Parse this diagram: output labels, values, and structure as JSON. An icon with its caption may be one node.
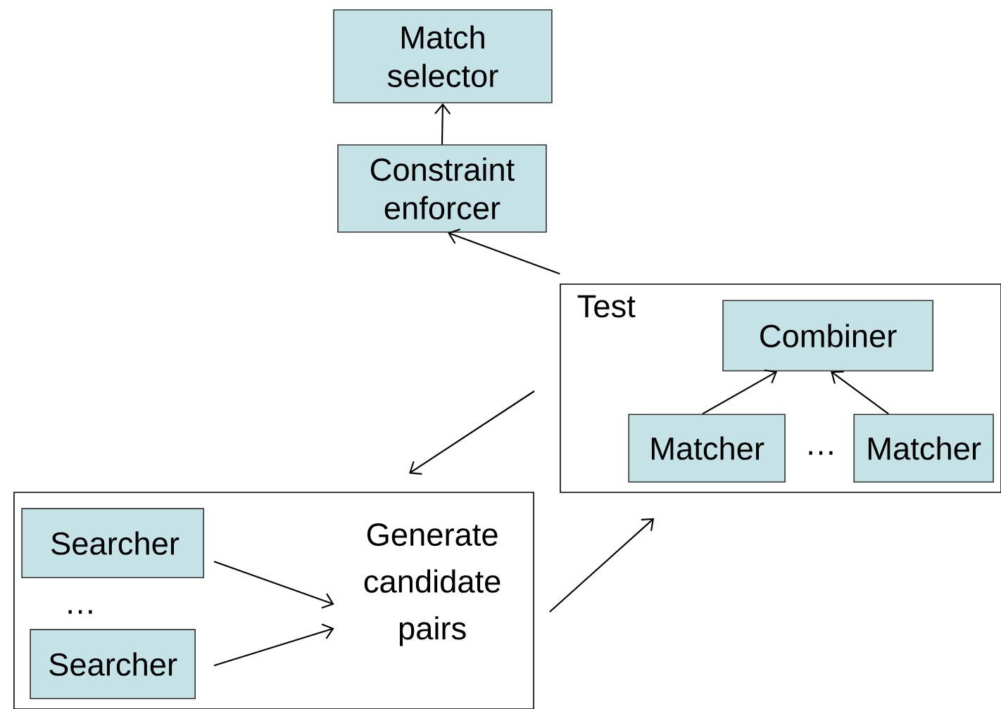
{
  "diagram": {
    "nodes": [
      {
        "text": [
          "Match selector"
        ]
      },
      {
        "text": [
          "Constraint enforcer"
        ]
      },
      {
        "text": [
          "Test"
        ]
      },
      {
        "text": [
          "Combiner"
        ],
        "in": 2
      },
      {
        "text": [
          "Matcher"
        ],
        "in": 2
      },
      {
        "text": [
          "Matcher"
        ],
        "in": 2
      },
      {
        "text": [],
        "shape": "box"
      },
      {
        "text": [
          "Searcher"
        ],
        "in": 6
      },
      {
        "text": [
          "Generate candidate pairs"
        ],
        "in": 6
      },
      {
        "text": [
          "Searcher"
        ],
        "in": 6
      }
    ],
    "edges": [
      {
        "from": 1,
        "to": 0,
        "arrow": "to"
      },
      {
        "from": 2,
        "to": 1,
        "arrow": "to"
      },
      {
        "from": 2,
        "to": 6,
        "arrow": "to"
      },
      {
        "from": 4,
        "to": 3,
        "arrow": "to"
      },
      {
        "from": 5,
        "to": 3,
        "arrow": "to"
      },
      {
        "from": 7,
        "to": 8,
        "arrow": "to"
      },
      {
        "from": 9,
        "to": 8,
        "arrow": "to"
      },
      {
        "from": 6,
        "to": 2,
        "arrow": "to"
      }
    ],
    "labels": [
      "…",
      "…"
    ]
  }
}
